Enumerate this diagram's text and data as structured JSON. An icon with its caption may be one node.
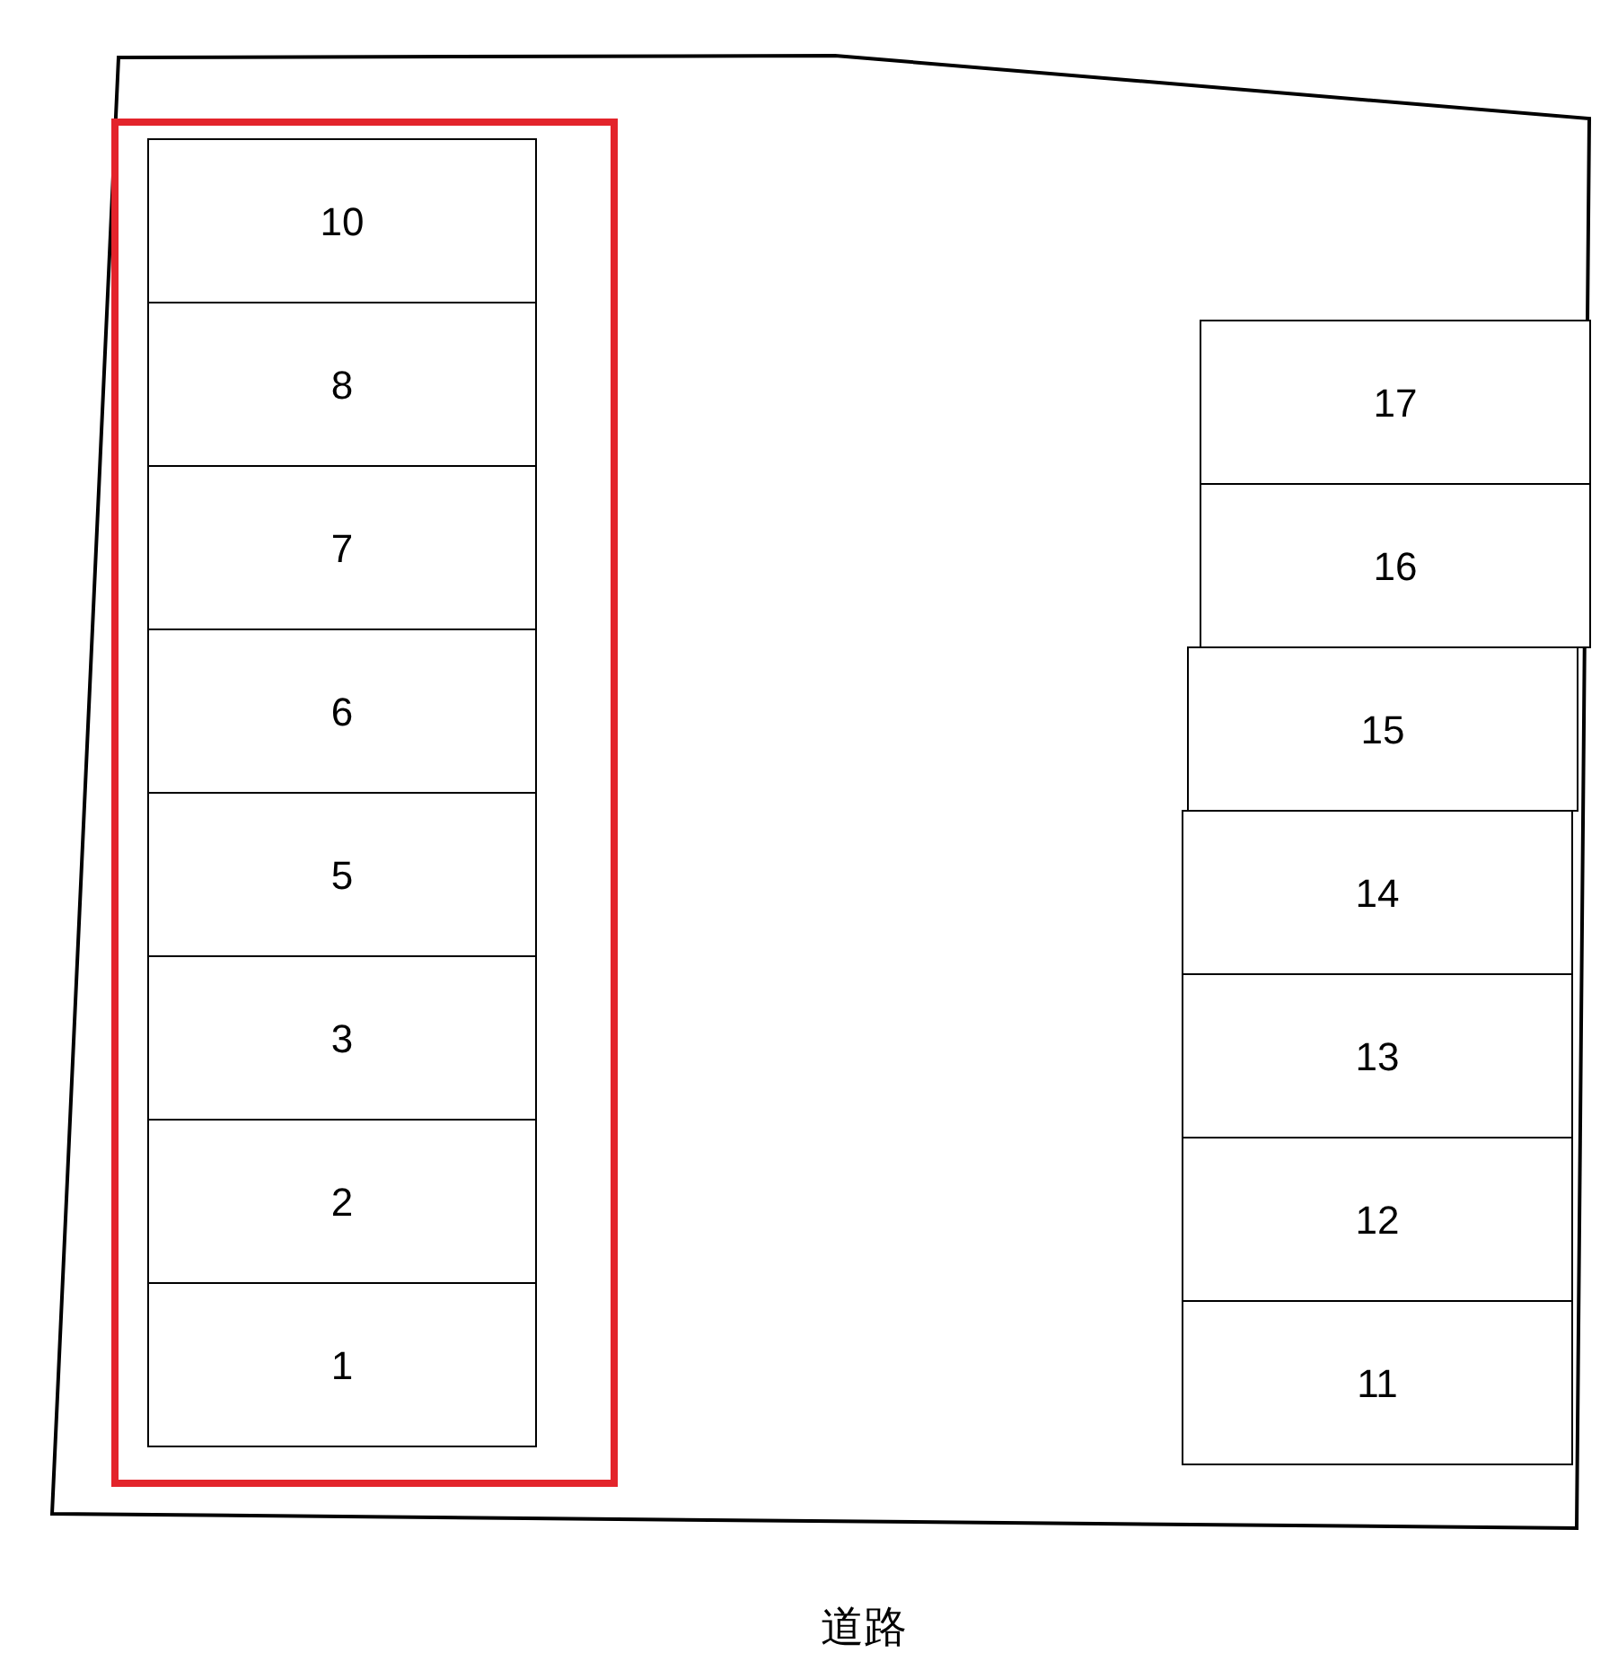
{
  "diagram": {
    "nodes": [
      {
        "text": [],
        "shape": "box"
      },
      {
        "text": [
          "10"
        ],
        "in": 0
      },
      {
        "text": [
          "8"
        ],
        "in": 0
      },
      {
        "text": [
          "7"
        ],
        "in": 0
      },
      {
        "text": [
          "6"
        ],
        "in": 0
      },
      {
        "text": [
          "5"
        ],
        "in": 0
      },
      {
        "text": [
          "3"
        ],
        "in": 0
      },
      {
        "text": [
          "2"
        ],
        "in": 0
      },
      {
        "text": [
          "1"
        ],
        "in": 0
      },
      {
        "text": [
          "17"
        ]
      },
      {
        "text": [
          "16"
        ]
      },
      {
        "text": [
          "15"
        ]
      },
      {
        "text": [
          "14"
        ]
      },
      {
        "text": [
          "13"
        ]
      },
      {
        "text": [
          "12"
        ]
      },
      {
        "text": [
          "11"
        ]
      }
    ],
    "labels": [
      "道路"
    ]
  }
}
